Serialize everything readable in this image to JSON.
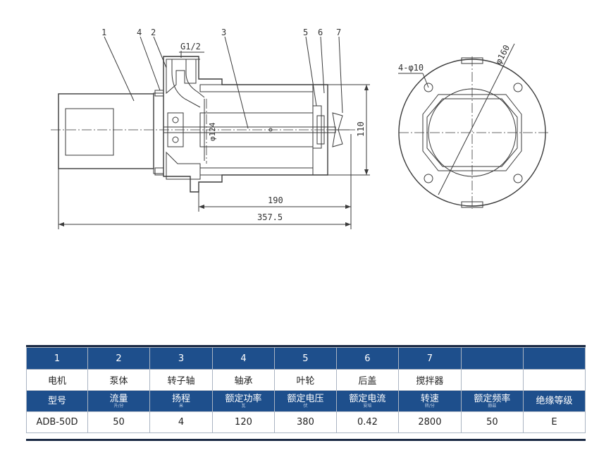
{
  "drawing": {
    "callouts": [
      "1",
      "4",
      "2",
      "3",
      "5",
      "6",
      "7"
    ],
    "thread_label": "G1/2",
    "dims": {
      "shaft_dia": "φ124",
      "height": "110",
      "len_short": "190",
      "len_total": "357.5",
      "bolt_holes": "4-φ10",
      "flange_dia": "φ160"
    }
  },
  "table": {
    "numbers": [
      "1",
      "2",
      "3",
      "4",
      "5",
      "6",
      "7",
      "",
      ""
    ],
    "part_names": [
      "电机",
      "泵体",
      "转子轴",
      "轴承",
      "叶轮",
      "后盖",
      "搅拌器",
      "",
      ""
    ],
    "headers": [
      {
        "label": "型号",
        "unit": ""
      },
      {
        "label": "流量",
        "unit": "升/分"
      },
      {
        "label": "扬程",
        "unit": "米"
      },
      {
        "label": "额定功率",
        "unit": "瓦"
      },
      {
        "label": "额定电压",
        "unit": "伏"
      },
      {
        "label": "额定电流",
        "unit": "安培"
      },
      {
        "label": "转速",
        "unit": "转/分"
      },
      {
        "label": "额定频率",
        "unit": "赫兹"
      },
      {
        "label": "绝缘等级",
        "unit": ""
      }
    ],
    "values": [
      "ADB-50D",
      "50",
      "4",
      "120",
      "380",
      "0.42",
      "2800",
      "50",
      "E"
    ]
  }
}
